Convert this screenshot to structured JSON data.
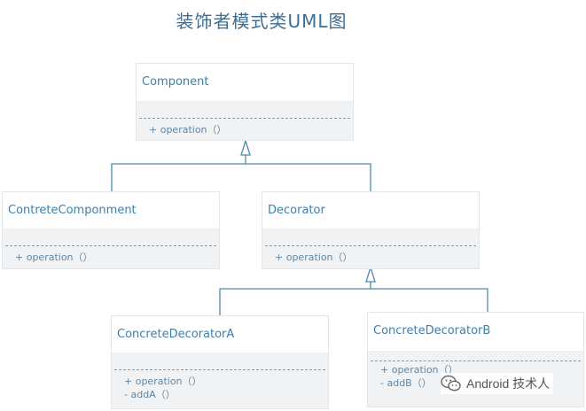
{
  "title": "装饰者模式类UML图",
  "classes": {
    "component": {
      "name": "Component",
      "ops": [
        "+ operation（）"
      ]
    },
    "contrete": {
      "name": "ContreteComponment",
      "ops": [
        "+ operation（）"
      ]
    },
    "decorator": {
      "name": "Decorator",
      "ops": [
        "+ operation（）"
      ]
    },
    "decoratorA": {
      "name": "ConcreteDecoratorA",
      "ops": [
        "+ operation（）",
        "- addA（）"
      ]
    },
    "decoratorB": {
      "name": "ConcreteDecoratorB",
      "ops": [
        "+ operation（）",
        "- addB（）"
      ]
    }
  },
  "relations": [
    {
      "from": "ContreteComponment",
      "to": "Component",
      "type": "inheritance"
    },
    {
      "from": "Decorator",
      "to": "Component",
      "type": "inheritance"
    },
    {
      "from": "ConcreteDecoratorA",
      "to": "Decorator",
      "type": "inheritance"
    },
    {
      "from": "ConcreteDecoratorB",
      "to": "Decorator",
      "type": "inheritance"
    }
  ],
  "watermark": {
    "text": "Android 技术人",
    "icon": "wechat-icon"
  },
  "colors": {
    "title": "#3d6f95",
    "class_name": "#3f7fa8",
    "connector": "#4f8aa7",
    "dash": "#6ea0c4"
  }
}
